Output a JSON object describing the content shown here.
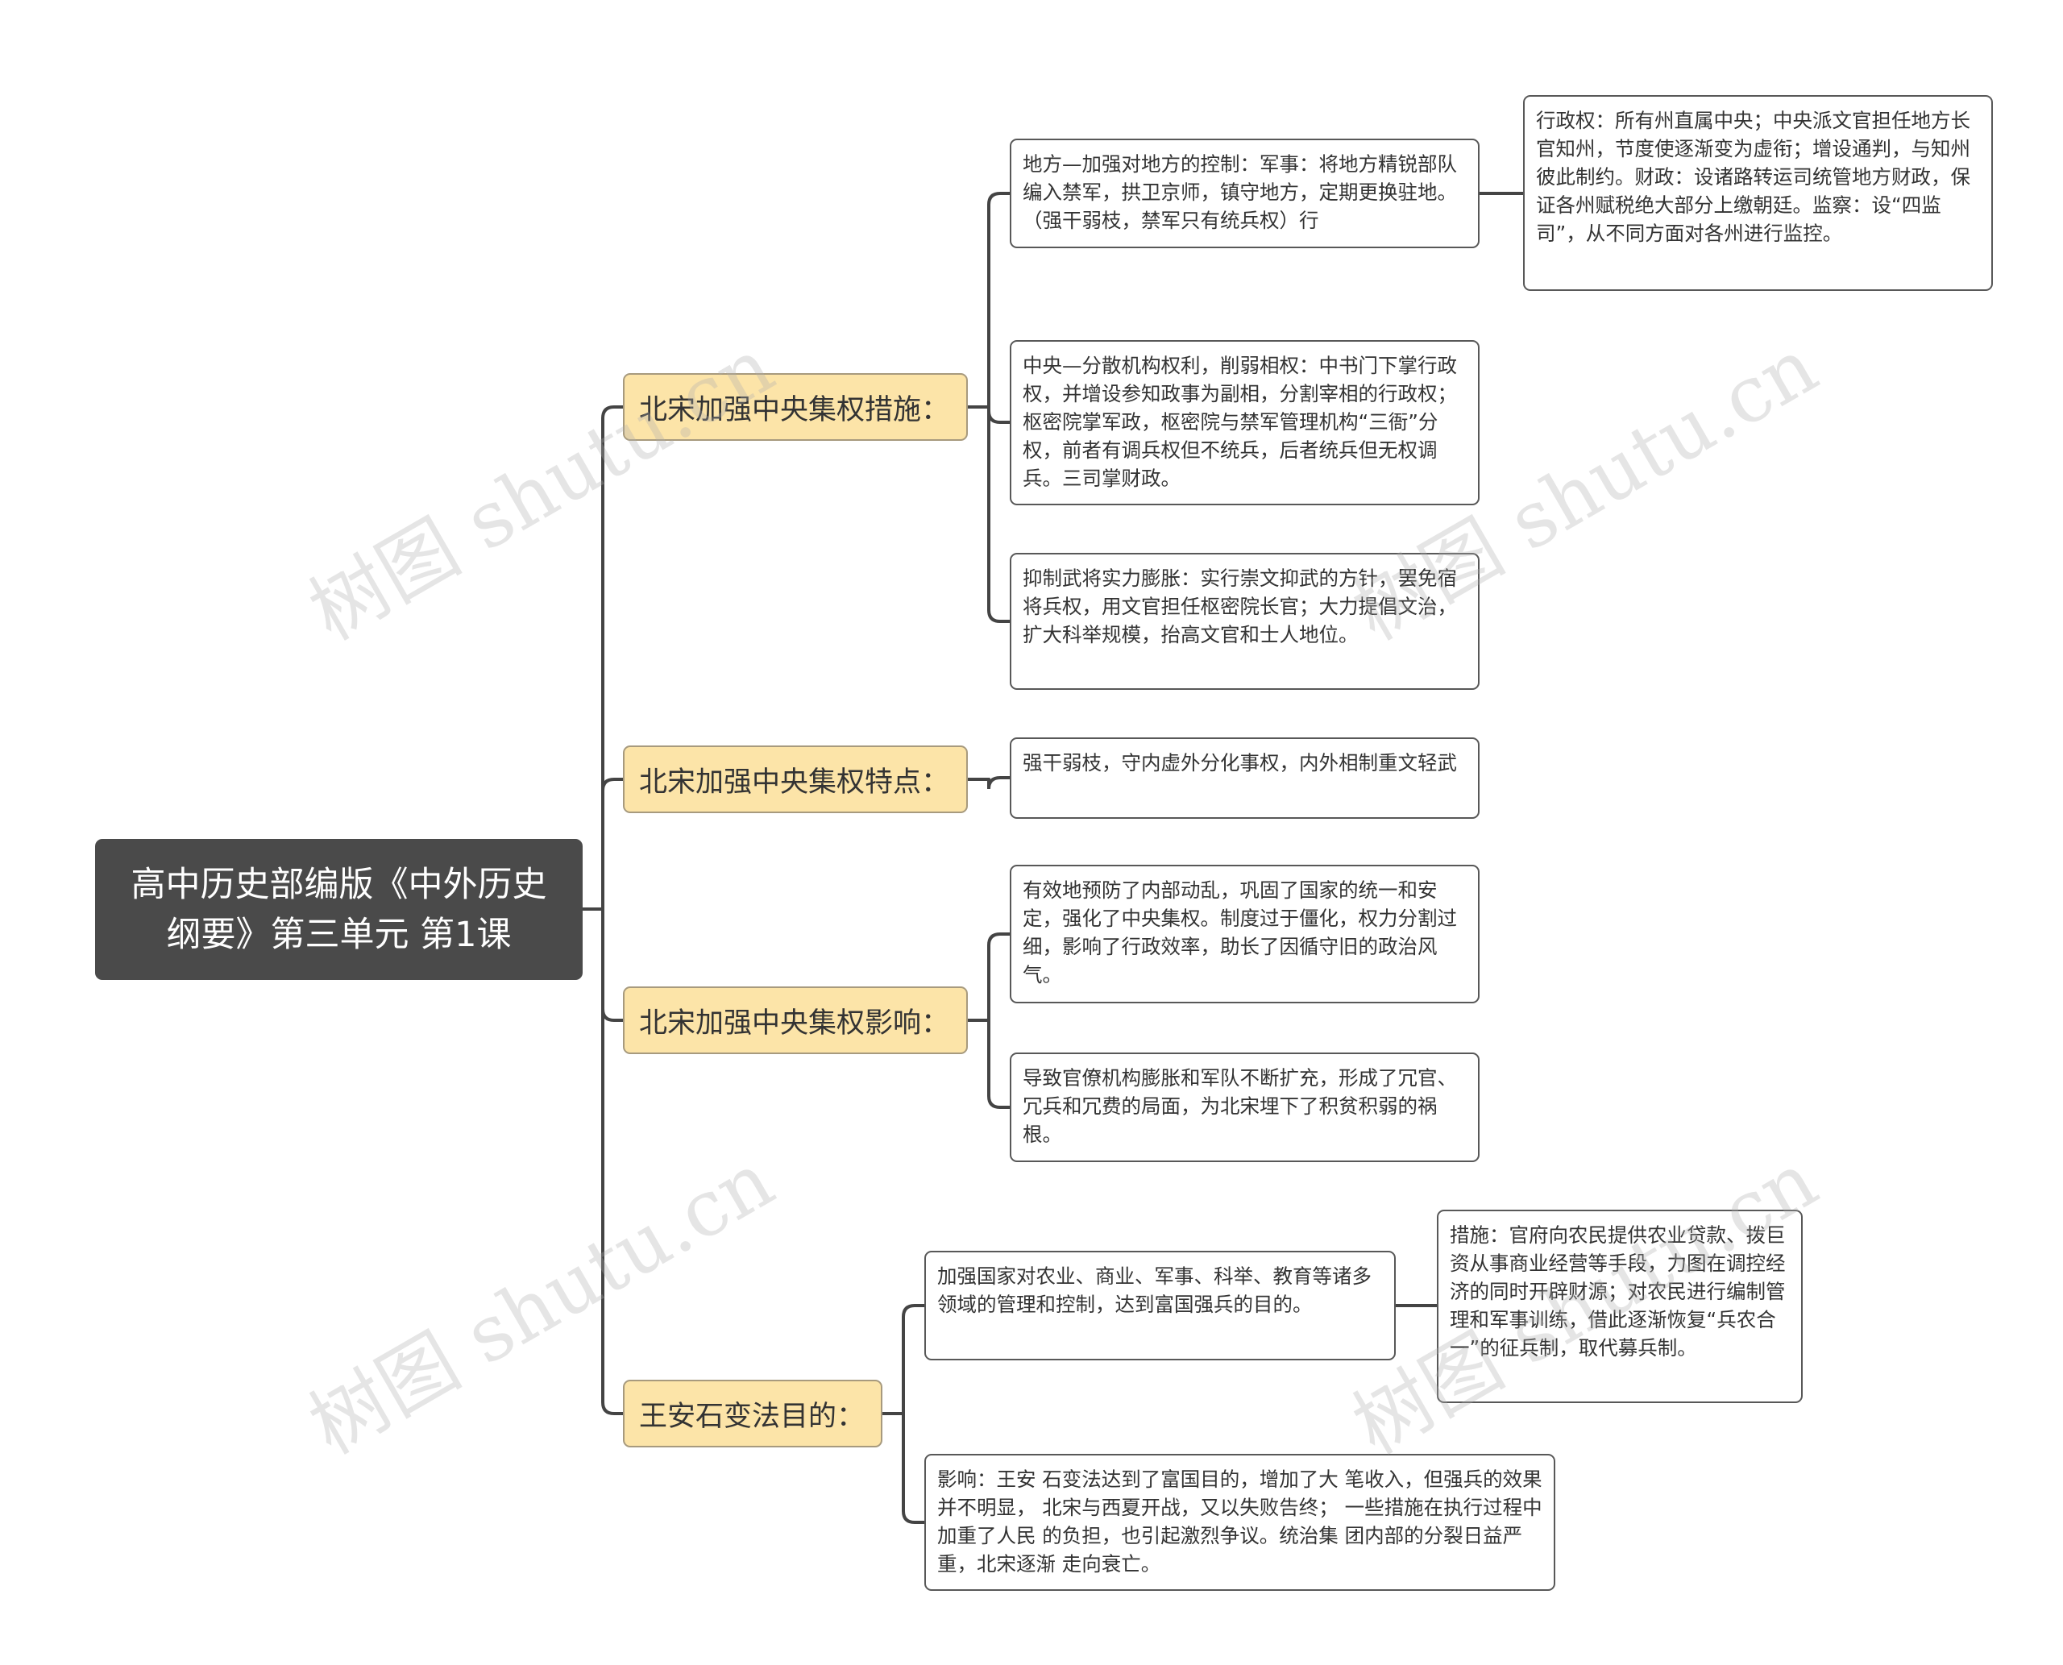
{
  "root": {
    "title": "高中历史部编版《中外历史纲要》第三单元 第1课"
  },
  "branches": [
    {
      "label": "北宋加强中央集权措施：",
      "leaves": [
        {
          "text": "地方—加强对地方的控制：军事：将地方精锐部队编入禁军，拱卫京师，镇守地方，定期更换驻地。（强干弱枝，禁军只有统兵权）行",
          "detail": "行政权：所有州直属中央；中央派文官担任地方长官知州，节度使逐渐变为虚衔；增设通判，与知州彼此制约。财政：设诸路转运司统管地方财政，保证各州赋税绝大部分上缴朝廷。监察：设“四监司”，从不同方面对各州进行监控。"
        },
        {
          "text": "中央—分散机构权利，削弱相权：中书门下掌行政权，并增设参知政事为副相，分割宰相的行政权；枢密院掌军政，枢密院与禁军管理机构“三衙”分权，前者有调兵权但不统兵，后者统兵但无权调兵。三司掌财政。"
        },
        {
          "text": "抑制武将实力膨胀：实行崇文抑武的方针，罢免宿将兵权，用文官担任枢密院长官；大力提倡文治，扩大科举规模，抬高文官和士人地位。"
        }
      ]
    },
    {
      "label": "北宋加强中央集权特点：",
      "leaves": [
        {
          "text": "强干弱枝，守内虚外分化事权，内外相制重文轻武"
        }
      ]
    },
    {
      "label": "北宋加强中央集权影响：",
      "leaves": [
        {
          "text": "有效地预防了内部动乱，巩固了国家的统一和安定，强化了中央集权。制度过于僵化，权力分割过细，影响了行政效率，助长了因循守旧的政治风气。"
        },
        {
          "text": "导致官僚机构膨胀和军队不断扩充，形成了冗官、冗兵和冗费的局面，为北宋埋下了积贫积弱的祸根。"
        }
      ]
    },
    {
      "label": "王安石变法目的：",
      "leaves": [
        {
          "text": "加强国家对农业、商业、军事、科举、教育等诸多领域的管理和控制，达到富国强兵的目的。",
          "detail": "措施：官府向农民提供农业贷款、拨巨资从事商业经营等手段，力图在调控经济的同时开辟财源；对农民进行编制管理和军事训练，借此逐渐恢复“兵农合一”的征兵制，取代募兵制。"
        },
        {
          "text": "影响：王安 石变法达到了富国目的，增加了大 笔收入，但强兵的效果并不明显， 北宋与西夏开战，又以失败告终； 一些措施在执行过程中加重了人民 的负担，也引起激烈争议。统治集 团内部的分裂日益严重，北宋逐渐 走向衰亡。"
        }
      ]
    }
  ],
  "watermark": "树图 shutu.cn",
  "colors": {
    "root_bg": "#4a4a4a",
    "branch_bg": "#fce4a8",
    "line": "#444444"
  }
}
